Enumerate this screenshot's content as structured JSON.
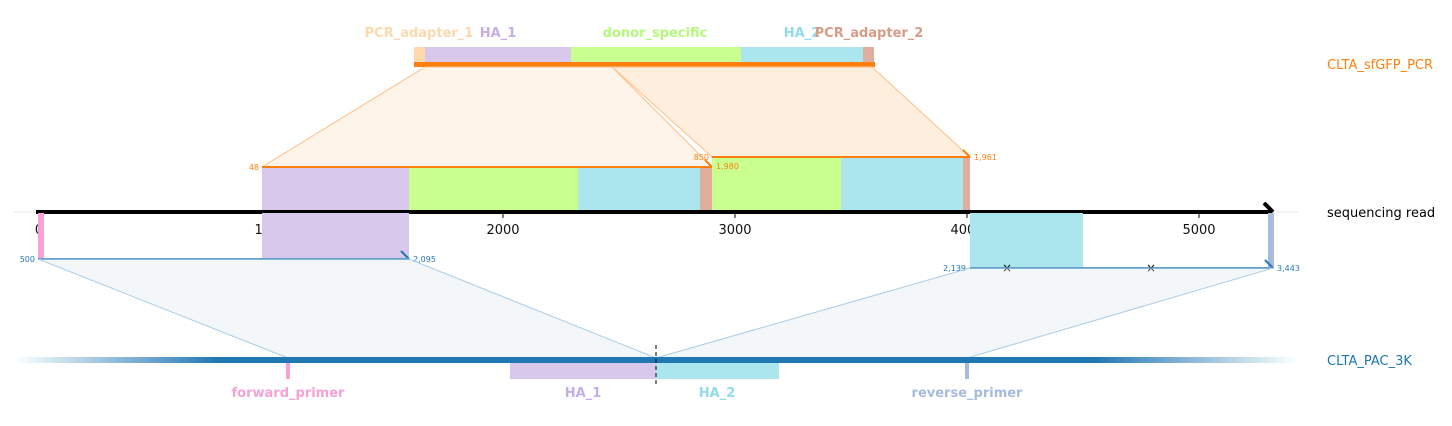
{
  "tracks": {
    "top": {
      "label": "CLTA_sfGFP_PCR",
      "color": "#ff7f0e"
    },
    "middle": {
      "label": "sequencing read",
      "color": "#000000"
    },
    "bottom": {
      "label": "CLTA_PAC_3K",
      "color": "#1f77b4"
    }
  },
  "axis": {
    "ticks": [
      "0",
      "1000",
      "2000",
      "3000",
      "4000",
      "5000"
    ]
  },
  "top_features": [
    {
      "label": "PCR_adapter_1",
      "color": "#fdd9ad"
    },
    {
      "label": "HA_1",
      "color": "#c5aee4"
    },
    {
      "label": "donor_specific",
      "color": "#b5f97a"
    },
    {
      "label": "HA_2",
      "color": "#8fdcea"
    },
    {
      "label": "PCR_adapter_2",
      "color": "#d99b85"
    }
  ],
  "bottom_features": [
    {
      "label": "forward_primer",
      "color": "#f7a1d5"
    },
    {
      "label": "HA_1",
      "color": "#c5aee4"
    },
    {
      "label": "HA_2",
      "color": "#8fdcea"
    },
    {
      "label": "reverse_primer",
      "color": "#a8bbdc"
    }
  ],
  "alignment_labels": {
    "top_left_start": "48",
    "top_left_end": "1,980",
    "top_right_start": "850",
    "top_right_end": "1,961",
    "bottom_left_start": "500",
    "bottom_left_end": "2,095",
    "bottom_right_start": "2,139",
    "bottom_right_end": "3,443"
  },
  "mismatch_marker": "×"
}
